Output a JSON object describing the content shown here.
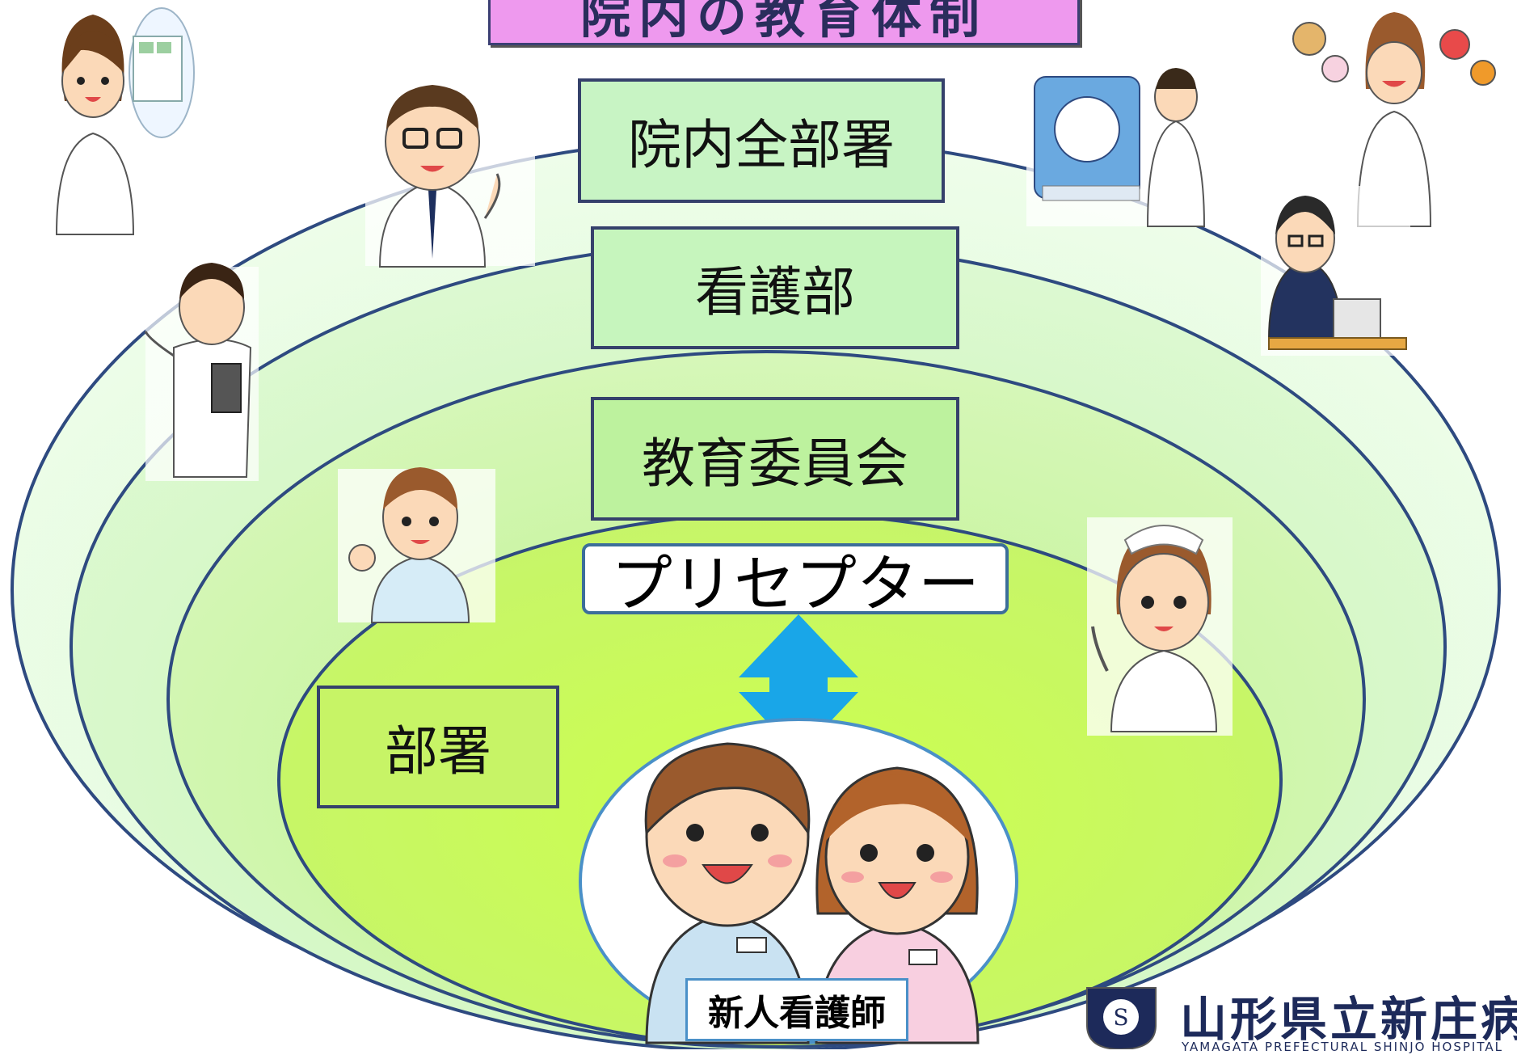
{
  "title": "院内の教育体制",
  "levels": {
    "hospital": "院内全部署",
    "nursing": "看護部",
    "committee": "教育委員会",
    "preceptor": "プリセプター",
    "department": "部署",
    "newcomer": "新人看護師"
  },
  "logo": {
    "name": "山形県立新庄病院",
    "subtitle": "YAMAGATA PREFECTURAL SHINJO HOSPITAL"
  },
  "colors": {
    "outer_ellipse": "#ddfcd6",
    "middle_ellipse": "#c8f7b5",
    "inner_ellipse": "#b3f07a",
    "core_ellipse": "#ccff55",
    "arrow": "#19a6e8",
    "border": "#2e4a80",
    "title_bg": "#ee99ee"
  },
  "icons": [
    "pharmacist-illustration",
    "doctor-illustration",
    "radiology-technician-illustration",
    "dietitian-illustration",
    "office-worker-illustration",
    "therapist-illustration",
    "male-nurse-illustration",
    "female-nurse-illustration",
    "new-nurses-illustration",
    "hospital-emblem-icon"
  ]
}
